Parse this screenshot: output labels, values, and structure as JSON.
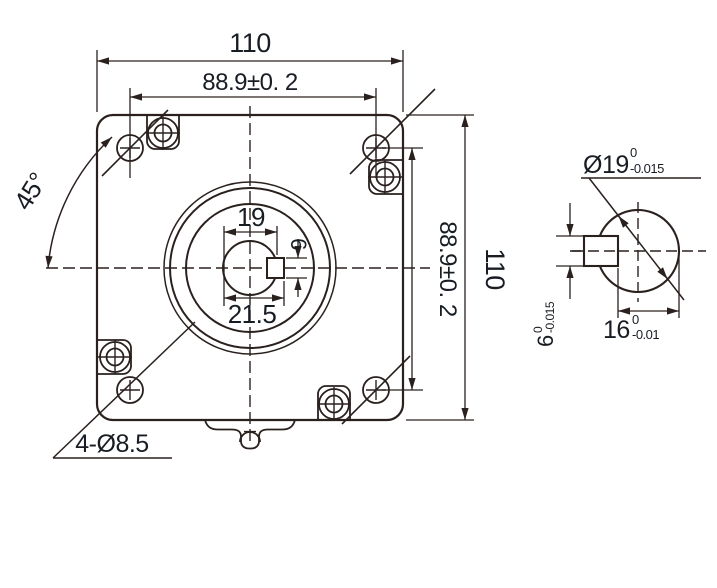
{
  "drawing": {
    "colors": {
      "line": "#2a211e",
      "text": "#181d24",
      "background": "#ffffff"
    },
    "front_view": {
      "dim_overall_width": "110",
      "dim_hole_spacing_horizontal": "88.9±0. 2",
      "dim_hole_spacing_vertical": "88.9±0. 2",
      "dim_overall_height": "110",
      "dim_pilot_width": "19",
      "dim_key_outer": "21.5",
      "dim_key_width": "6",
      "angle": "45°",
      "mounting_holes_note": "4-Ø8.5"
    },
    "shaft_view": {
      "diameter": {
        "nominal": "Ø19",
        "tol_upper": "0",
        "tol_lower": "-0.015"
      },
      "across_flats": {
        "nominal": "16",
        "tol_upper": "0",
        "tol_lower": "-0.01"
      },
      "key_width": {
        "nominal": "6",
        "tol_upper": "0",
        "tol_lower": "-0.015"
      }
    }
  }
}
